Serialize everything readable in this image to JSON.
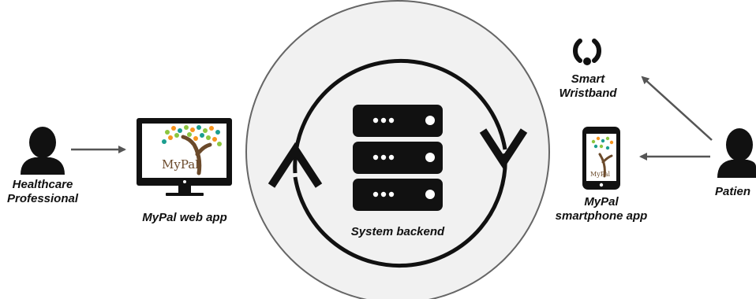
{
  "labels": {
    "healthcare_professional": [
      "Healthcare",
      "Professional"
    ],
    "web_app": "MyPal web app",
    "system_backend": "System backend",
    "smart_wristband": [
      "Smart",
      "Wristband"
    ],
    "smartphone_app": [
      "MyPal",
      "smartphone app"
    ],
    "patient": "Patien"
  },
  "logo_text": "MyPal",
  "icons": {
    "healthcare_professional": "person-silhouette-icon",
    "web_app": "desktop-monitor-icon",
    "backend": "server-rack-icon",
    "wristband": "wristband-icon",
    "smartphone": "smartphone-icon",
    "patient": "person-silhouette-icon"
  },
  "colors": {
    "icon": "#111111",
    "circle_fill": "#f1f1f1",
    "circle_stroke": "#666666",
    "arrow": "#555555",
    "tree_trunk": "#6b4a2b",
    "leaf_green": "#8cc63f",
    "leaf_orange": "#f7941d",
    "leaf_teal": "#1b9e8f"
  }
}
